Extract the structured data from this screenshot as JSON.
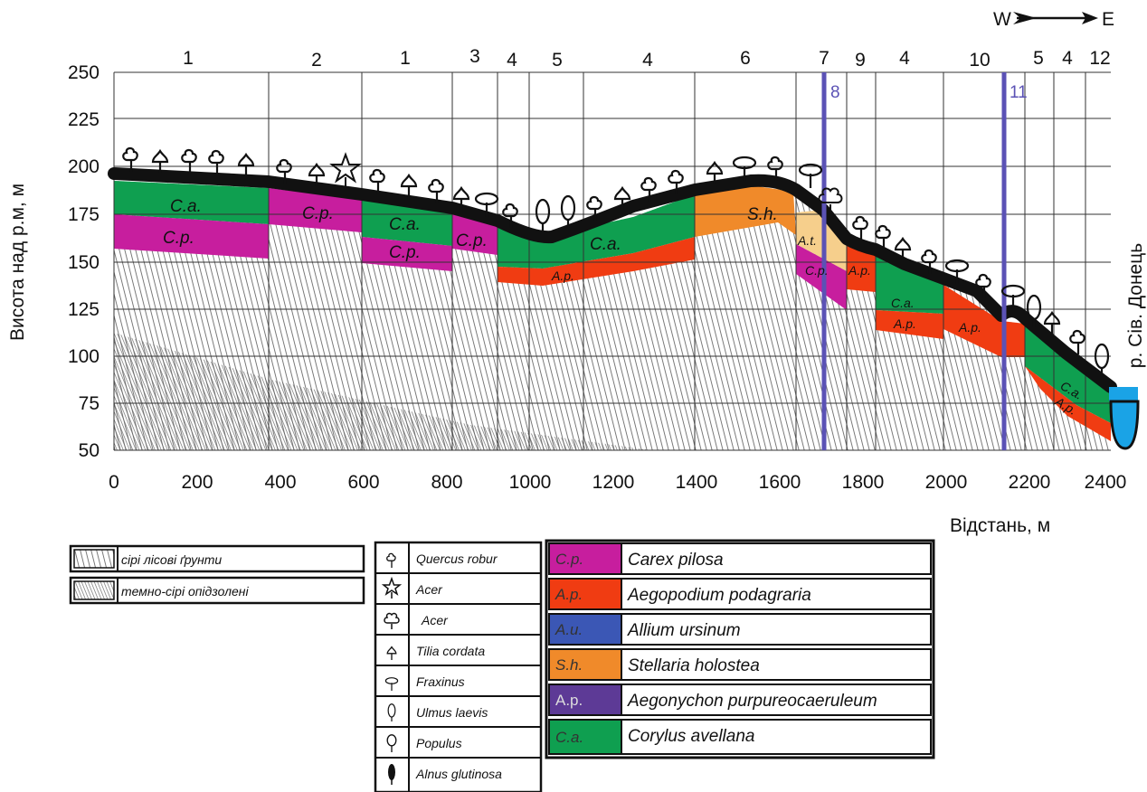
{
  "axes": {
    "y_title": "Висота над р.м, м",
    "x_title": "Відстань, м",
    "y_ticks": [
      "250",
      "225",
      "200",
      "175",
      "150",
      "125",
      "100",
      "75",
      "50"
    ],
    "x_ticks": [
      "0",
      "200",
      "400",
      "600",
      "800",
      "1000",
      "1200",
      "1400",
      "1600",
      "1800",
      "2000",
      "2200",
      "2400"
    ],
    "direction": "W",
    "direction_end": "E"
  },
  "segments": [
    "1",
    "2",
    "1",
    "3",
    "4",
    "5",
    "4",
    "6",
    "7",
    "9",
    "4",
    "10",
    "5",
    "4",
    "12"
  ],
  "verticals": [
    "8",
    "11"
  ],
  "river_label": "р. Сів. Донець",
  "zones": {
    "ca1": "C.a.",
    "cp1": "C.p.",
    "cp2": "C.p.",
    "ca2": "C.a.",
    "cp3": "C.p.",
    "cp4": "C.p.",
    "ca3": "C.a.",
    "ap1": "A.p.",
    "sh": "S.h.",
    "at": "A.t.",
    "cp5": "C.p.",
    "ap2": "A.p.",
    "ca4": "C.a.",
    "ap3": "A.p.",
    "ap4": "A.p.",
    "ca5": "C.a.",
    "ap5": "A.p."
  },
  "soil_legend": [
    {
      "label": "сірі лісові ґрунти"
    },
    {
      "label": "темно-сірі опідзолені"
    }
  ],
  "tree_legend": [
    {
      "icon": "oak-icon",
      "label": "Quercus robur"
    },
    {
      "icon": "star-maple-icon",
      "label": "Acer"
    },
    {
      "icon": "lobed-maple-icon",
      "label": "Acer"
    },
    {
      "icon": "linden-icon",
      "label": "Tilia cordata"
    },
    {
      "icon": "ash-icon",
      "label": "Fraxinus"
    },
    {
      "icon": "elm-icon",
      "label": "Ulmus laevis"
    },
    {
      "icon": "poplar-icon",
      "label": "Populus"
    },
    {
      "icon": "alder-icon",
      "label": "Alnus glutinosa"
    }
  ],
  "herb_legend": [
    {
      "code": "C.p.",
      "label": "Carex pilosa",
      "color": "#c71e9e"
    },
    {
      "code": "A.p.",
      "label": "Aegopodium podagraria",
      "color": "#f03c12"
    },
    {
      "code": "A.u.",
      "label": "Allium ursinum",
      "color": "#3b57b5"
    },
    {
      "code": "S.h.",
      "label": "Stellaria holostea",
      "color": "#f08a2a"
    },
    {
      "code": "A.p.",
      "label": "Aegonychon purpureocaeruleum",
      "color": "#5d3a96"
    },
    {
      "code": "C.a.",
      "label": "Corylus avellana",
      "color": "#0f9f50"
    }
  ],
  "colors": {
    "carex": "#c71e9e",
    "aegopodium": "#f03c12",
    "stellaria": "#f08a2a",
    "corylus": "#0f9f50",
    "allium_at": "#f6cf8c",
    "vertical_lines": "#5b52b5",
    "river": "#1aa3e6"
  }
}
